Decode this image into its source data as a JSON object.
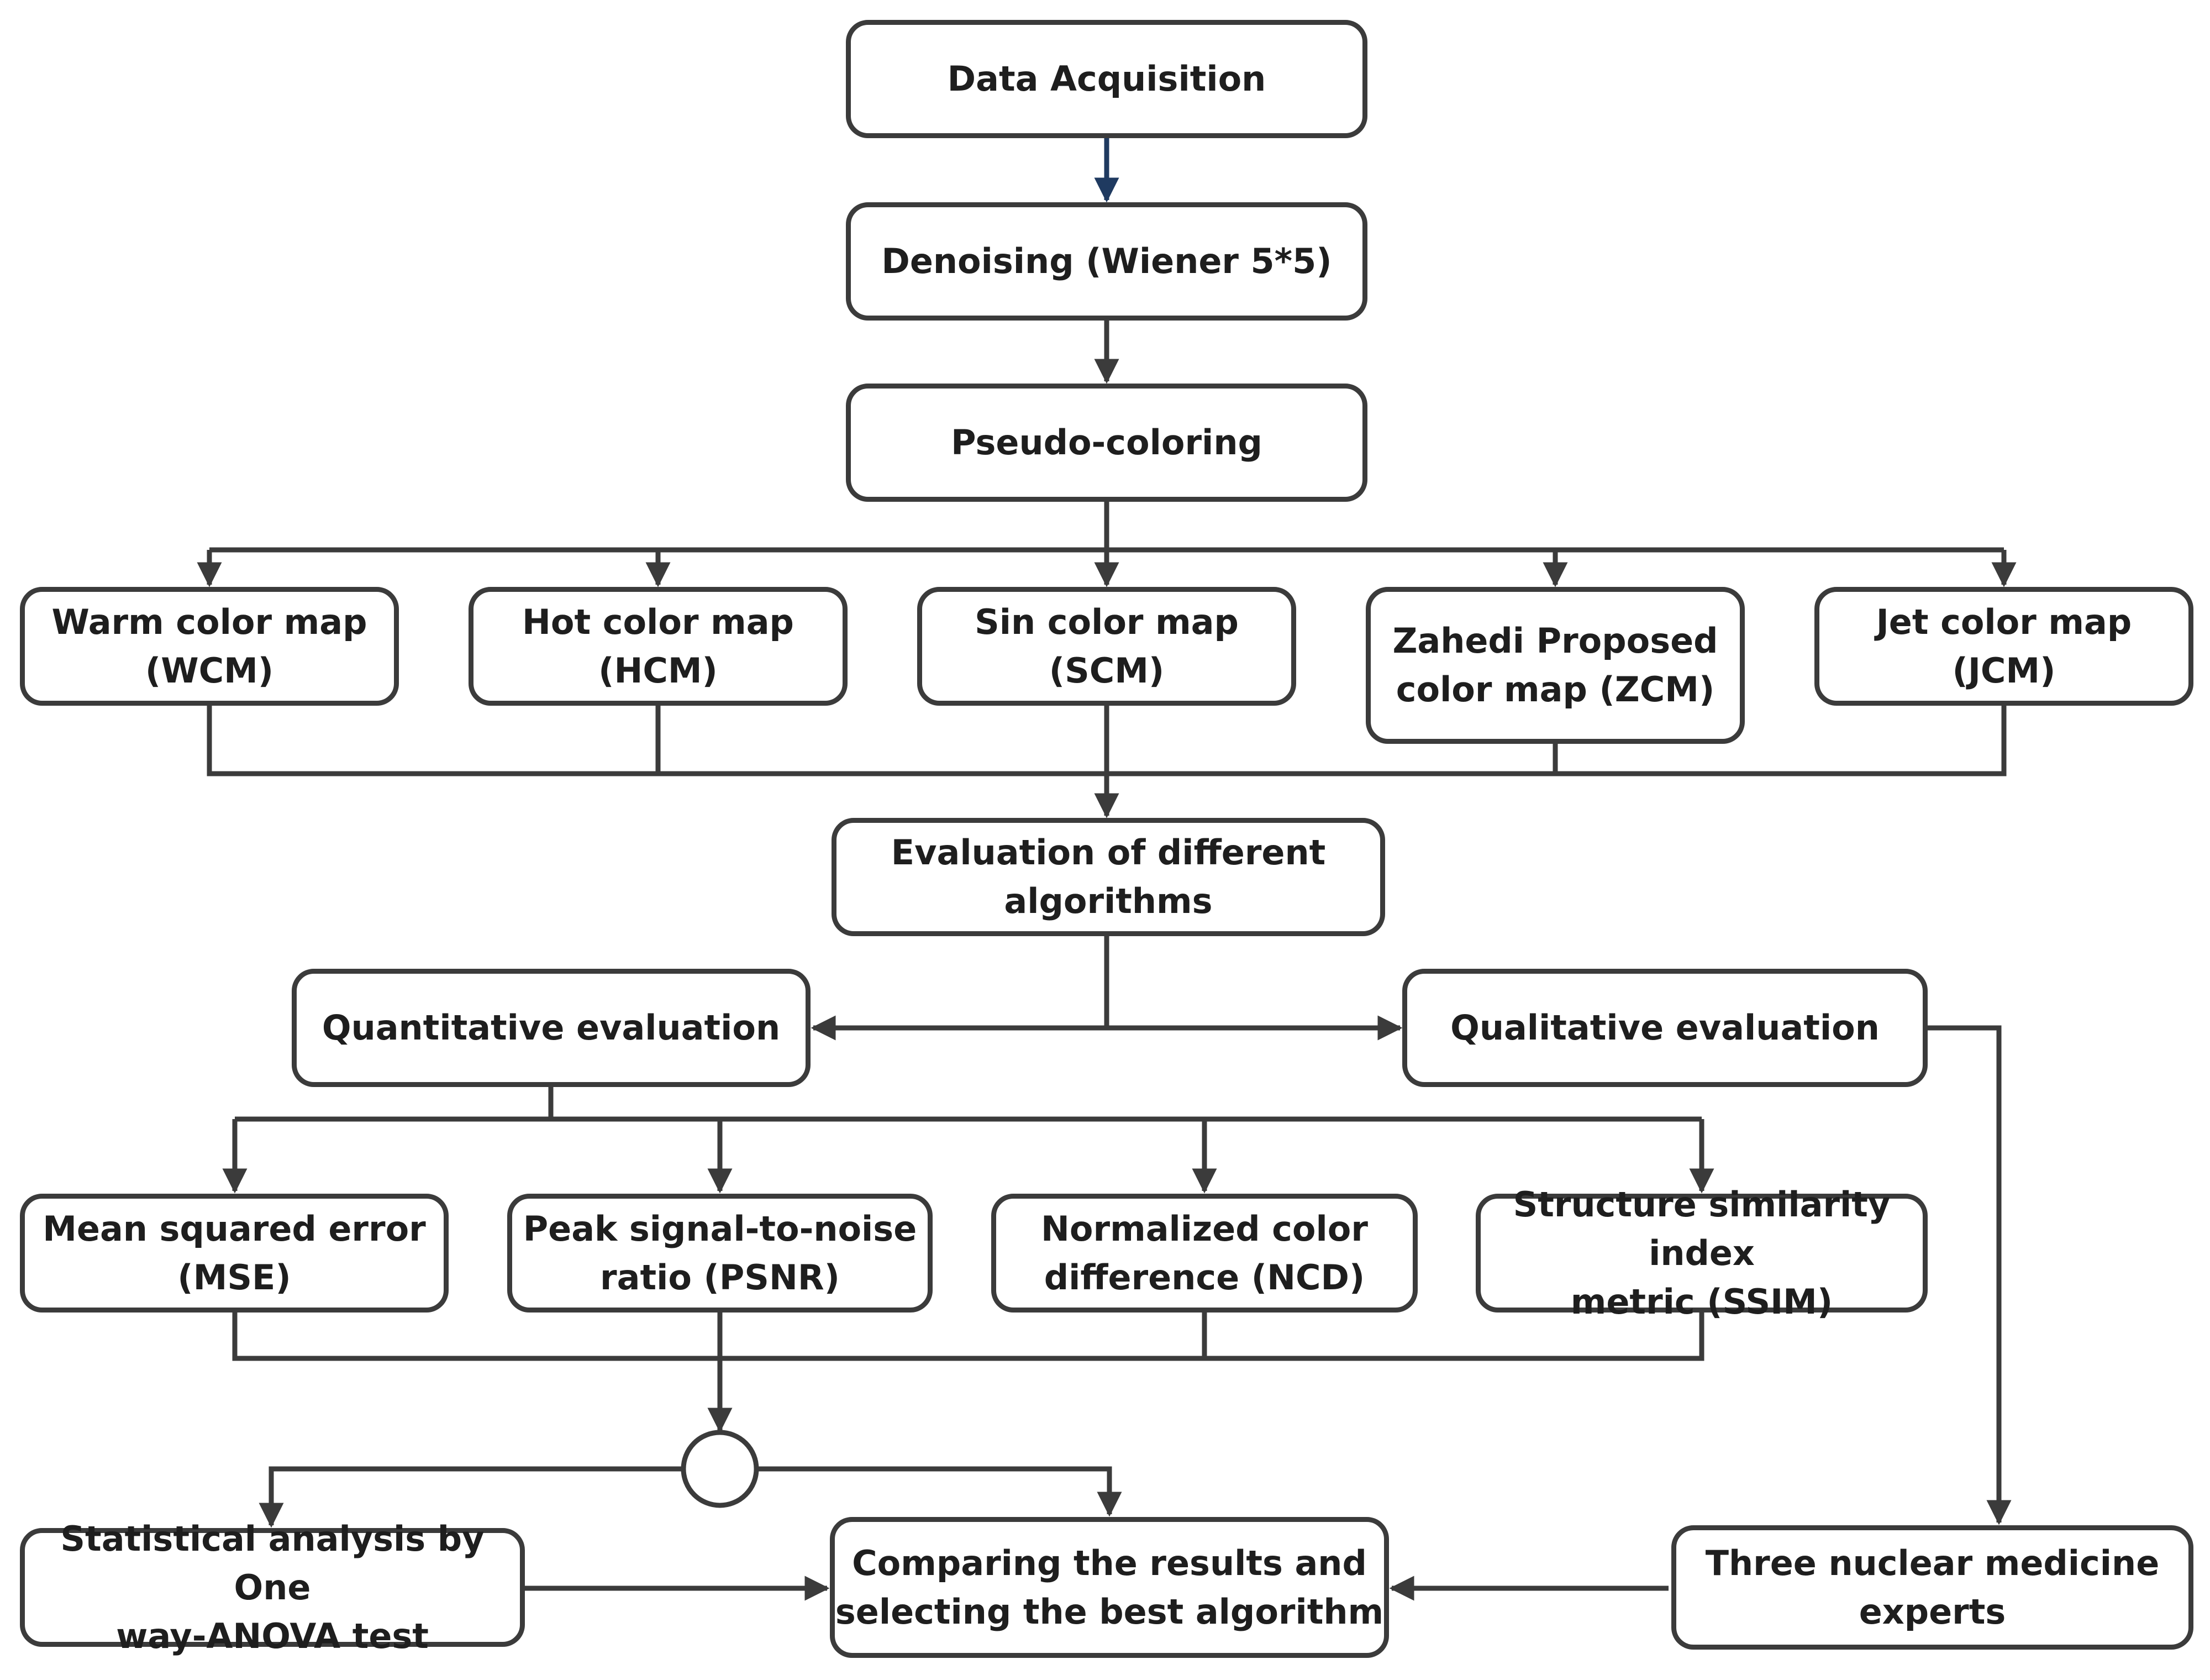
{
  "colors": {
    "line": "#3b3b3b",
    "first_arrow": "#1f3a60",
    "box_border": "#3b3b3b",
    "text": "#1e1e1e"
  },
  "nodes": {
    "data_acquisition": "Data Acquisition",
    "denoising": "Denoising (Wiener 5*5)",
    "pseudo_coloring": "Pseudo-coloring",
    "warm_color_map": "Warm color map\n(WCM)",
    "hot_color_map": "Hot color map (HCM)",
    "sin_color_map": "Sin color map (SCM)",
    "zahedi_color_map": "Zahedi Proposed\ncolor map (ZCM)",
    "jet_color_map": "Jet color map (JCM)",
    "evaluation": "Evaluation of different\nalgorithms",
    "quantitative": "Quantitative evaluation",
    "qualitative": "Qualitative evaluation",
    "mse": "Mean squared error\n(MSE)",
    "psnr": "Peak signal-to-noise\nratio (PSNR)",
    "ncd": "Normalized color\ndifference (NCD)",
    "ssim": "Structure similarity index\nmetric (SSIM)",
    "statistical_analysis": "Statistical analysis by One\nway-ANOVA test",
    "comparing": "Comparing the results and\nselecting the best algorithm",
    "experts": "Three nuclear medicine\nexperts"
  }
}
